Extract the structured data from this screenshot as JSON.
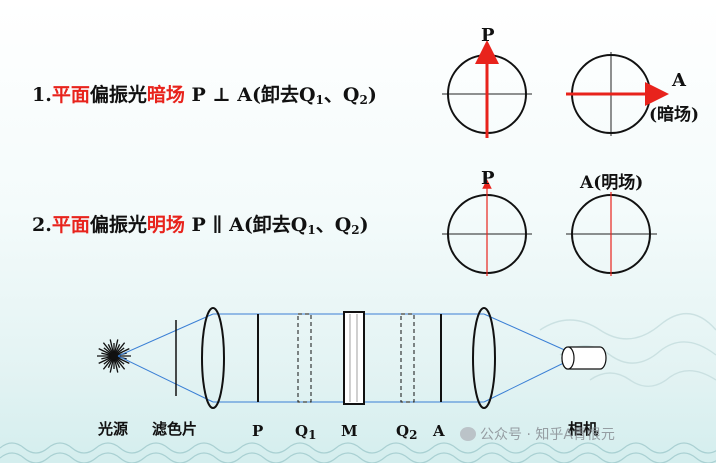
{
  "row1": {
    "num": "1.",
    "pre_red": "平面",
    "mid_black": "偏振光",
    "field_red": "暗场",
    "relation_pre": " P ⊥ A(卸去Q",
    "sub1": "1",
    "sep": "、Q",
    "sub2": "2",
    "close": ")",
    "circle1_label": "P",
    "circle2_label": "A",
    "circle2_sublabel": "(暗场)"
  },
  "row2": {
    "num": "2.",
    "pre_red": "平面",
    "mid_black": "偏振光",
    "field_red": "明场",
    "relation_pre": " P ∥ A(卸去Q",
    "sub1": "1",
    "sep": "、Q",
    "sub2": "2",
    "close": ")",
    "circle1_label": "P",
    "circle2_label": "A(明场)"
  },
  "setup_labels": {
    "light_source": "光源",
    "filter": "滤色片",
    "P": "P",
    "Q1": "Q",
    "Q1_sub": "1",
    "M": "M",
    "Q2": "Q",
    "Q2_sub": "2",
    "A": "A",
    "camera": "相机"
  },
  "watermark": "公众号 · 知乎A青恨元",
  "colors": {
    "accent": "#e8231c",
    "beam": "#3a7fd5",
    "ink": "#111111"
  }
}
